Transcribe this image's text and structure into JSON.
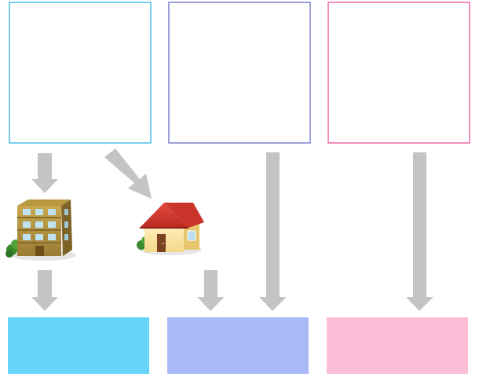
{
  "diagram": {
    "top_boxes": [
      {
        "name": "top-box-1",
        "border_color": "#4dbde8"
      },
      {
        "name": "top-box-2",
        "border_color": "#7d82c8"
      },
      {
        "name": "top-box-3",
        "border_color": "#f06aa8"
      }
    ],
    "bottom_boxes": [
      {
        "name": "bottom-box-1",
        "fill_color": "#66d4fb"
      },
      {
        "name": "bottom-box-2",
        "fill_color": "#aab9f7"
      },
      {
        "name": "bottom-box-3",
        "fill_color": "#fbbed6"
      }
    ],
    "arrow_color": "#c4c4c4",
    "icons": [
      "apartment-building-icon",
      "house-icon"
    ]
  }
}
